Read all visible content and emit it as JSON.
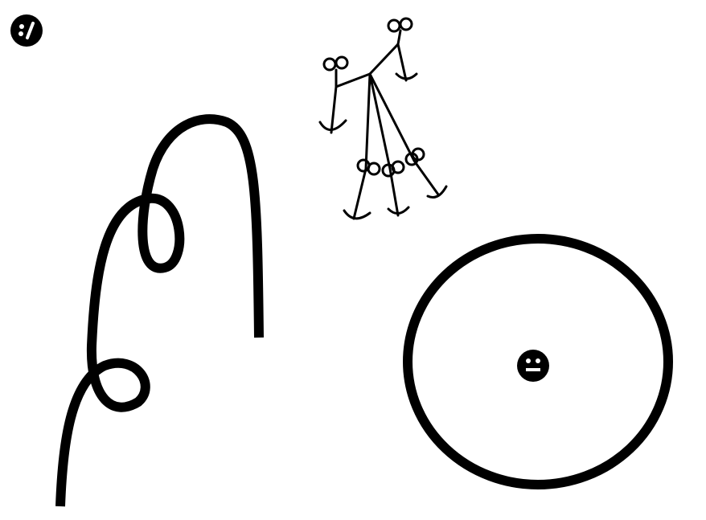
{
  "colors": {
    "ink": "#000000",
    "background": "#ffffff"
  },
  "icons": [
    "skeptical-face-icon",
    "neutral-face-icon"
  ],
  "shapes": [
    "looping-curve",
    "stick-figure-cluster",
    "circle"
  ]
}
